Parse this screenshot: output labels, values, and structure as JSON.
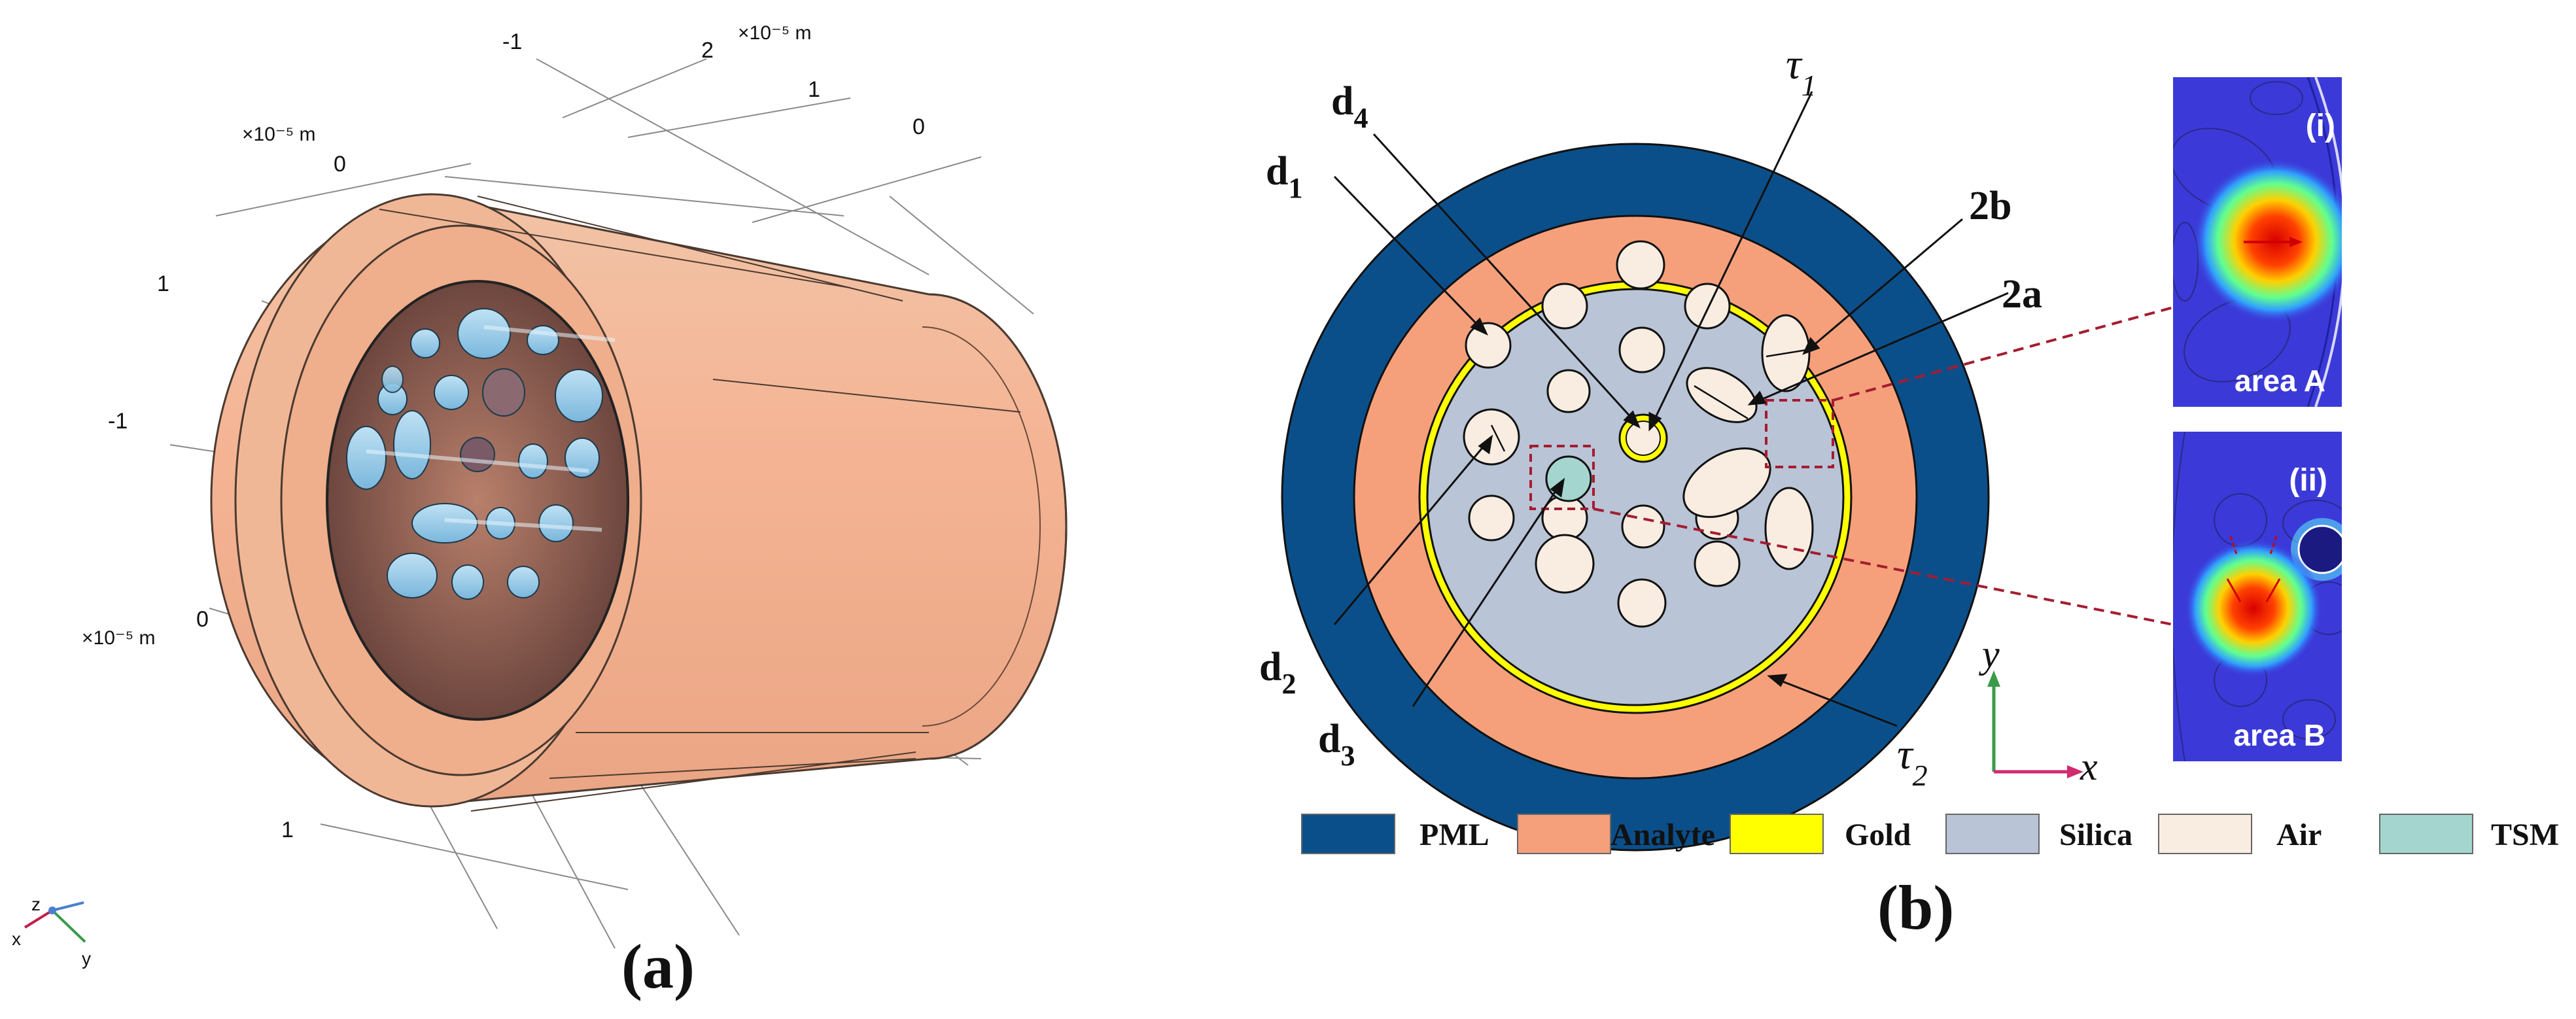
{
  "panel_a": {
    "label": "(a)",
    "axis_unit_top": "×10⁻⁵ m",
    "axis_unit_left": "×10⁻⁵ m",
    "axis_unit_left_lower": "×10⁻⁵ m",
    "ticks_top": [
      "-1",
      "2",
      "1",
      "0"
    ],
    "tick_left_0": "0",
    "tick_left_1": "1",
    "tick_left_m1": "-1",
    "tick_lower_0": "0",
    "tick_bottom_1": "1",
    "triad": {
      "z": "z",
      "x": "x",
      "y": "y"
    }
  },
  "panel_b": {
    "label": "(b)",
    "annotations": {
      "d1": "d",
      "d1_sub": "1",
      "d2": "d",
      "d2_sub": "2",
      "d3": "d",
      "d3_sub": "3",
      "d4": "d",
      "d4_sub": "4",
      "tau1": "τ",
      "tau1_sub": "1",
      "tau2": "τ",
      "tau2_sub": "2",
      "b2": "2b",
      "a2": "2a"
    },
    "axes": {
      "y": "y",
      "x": "x"
    },
    "inset_i": {
      "tag": "(i)",
      "caption": "area A"
    },
    "inset_ii": {
      "tag": "(ii)",
      "caption": "area B"
    }
  },
  "legend": [
    {
      "label": "PML",
      "color": "#0b4f8a"
    },
    {
      "label": "Analyte",
      "color": "#f6a07b"
    },
    {
      "label": "Gold",
      "color": "#ffff00"
    },
    {
      "label": "Silica",
      "color": "#b9c4d6"
    },
    {
      "label": "Air",
      "color": "#f9ede2"
    },
    {
      "label": "TSM",
      "color": "#a4d6cf"
    }
  ]
}
